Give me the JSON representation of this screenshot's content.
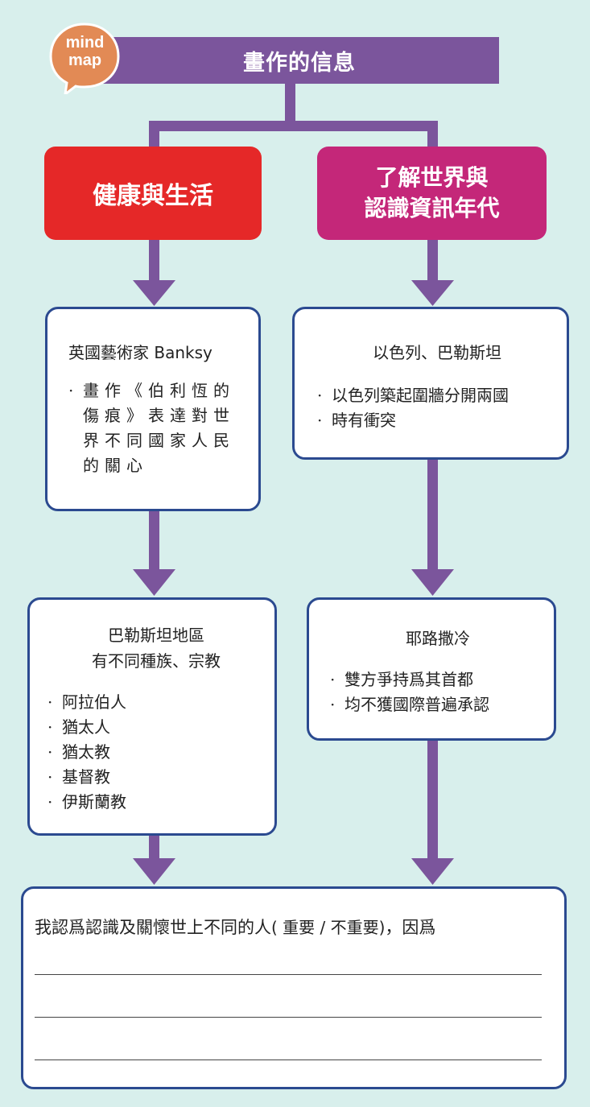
{
  "badge": {
    "line1": "mind",
    "line2": "map"
  },
  "title": "畫作的信息",
  "categories": {
    "left": "健康與生活",
    "right_line1": "了解世界與",
    "right_line2": "認識資訊年代"
  },
  "box_banksy": {
    "heading": "英國藝術家 Banksy",
    "bullet_mark": "·",
    "lines": [
      "畫作《伯利恆的",
      "傷痕》表達對世",
      "界不同國家人民",
      "的關心"
    ]
  },
  "box_israel": {
    "heading": "以色列、巴勒斯坦",
    "bullets": [
      "以色列築起圍牆分開兩國",
      "時有衝突"
    ]
  },
  "box_region": {
    "heading_line1": "巴勒斯坦地區",
    "heading_line2": "有不同種族、宗教",
    "bullets": [
      "阿拉伯人",
      "猶太人",
      "猶太教",
      "基督教",
      "伊斯蘭教"
    ]
  },
  "box_jerusalem": {
    "heading": "耶路撒冷",
    "bullets": [
      "雙方爭持爲其首都",
      "均不獲國際普遍承認"
    ]
  },
  "answer": {
    "prompt_start": "我認爲認識及關懷世上不同的人",
    "option_text": "( 重要 / 不重要)",
    "prompt_end": "，因爲"
  },
  "colors": {
    "background": "#d8efec",
    "title_bar": "#7b559c",
    "badge": "#e28a55",
    "left_category": "#e52828",
    "right_category": "#c42779",
    "box_border": "#2b4a90",
    "connector": "#7b559c"
  }
}
